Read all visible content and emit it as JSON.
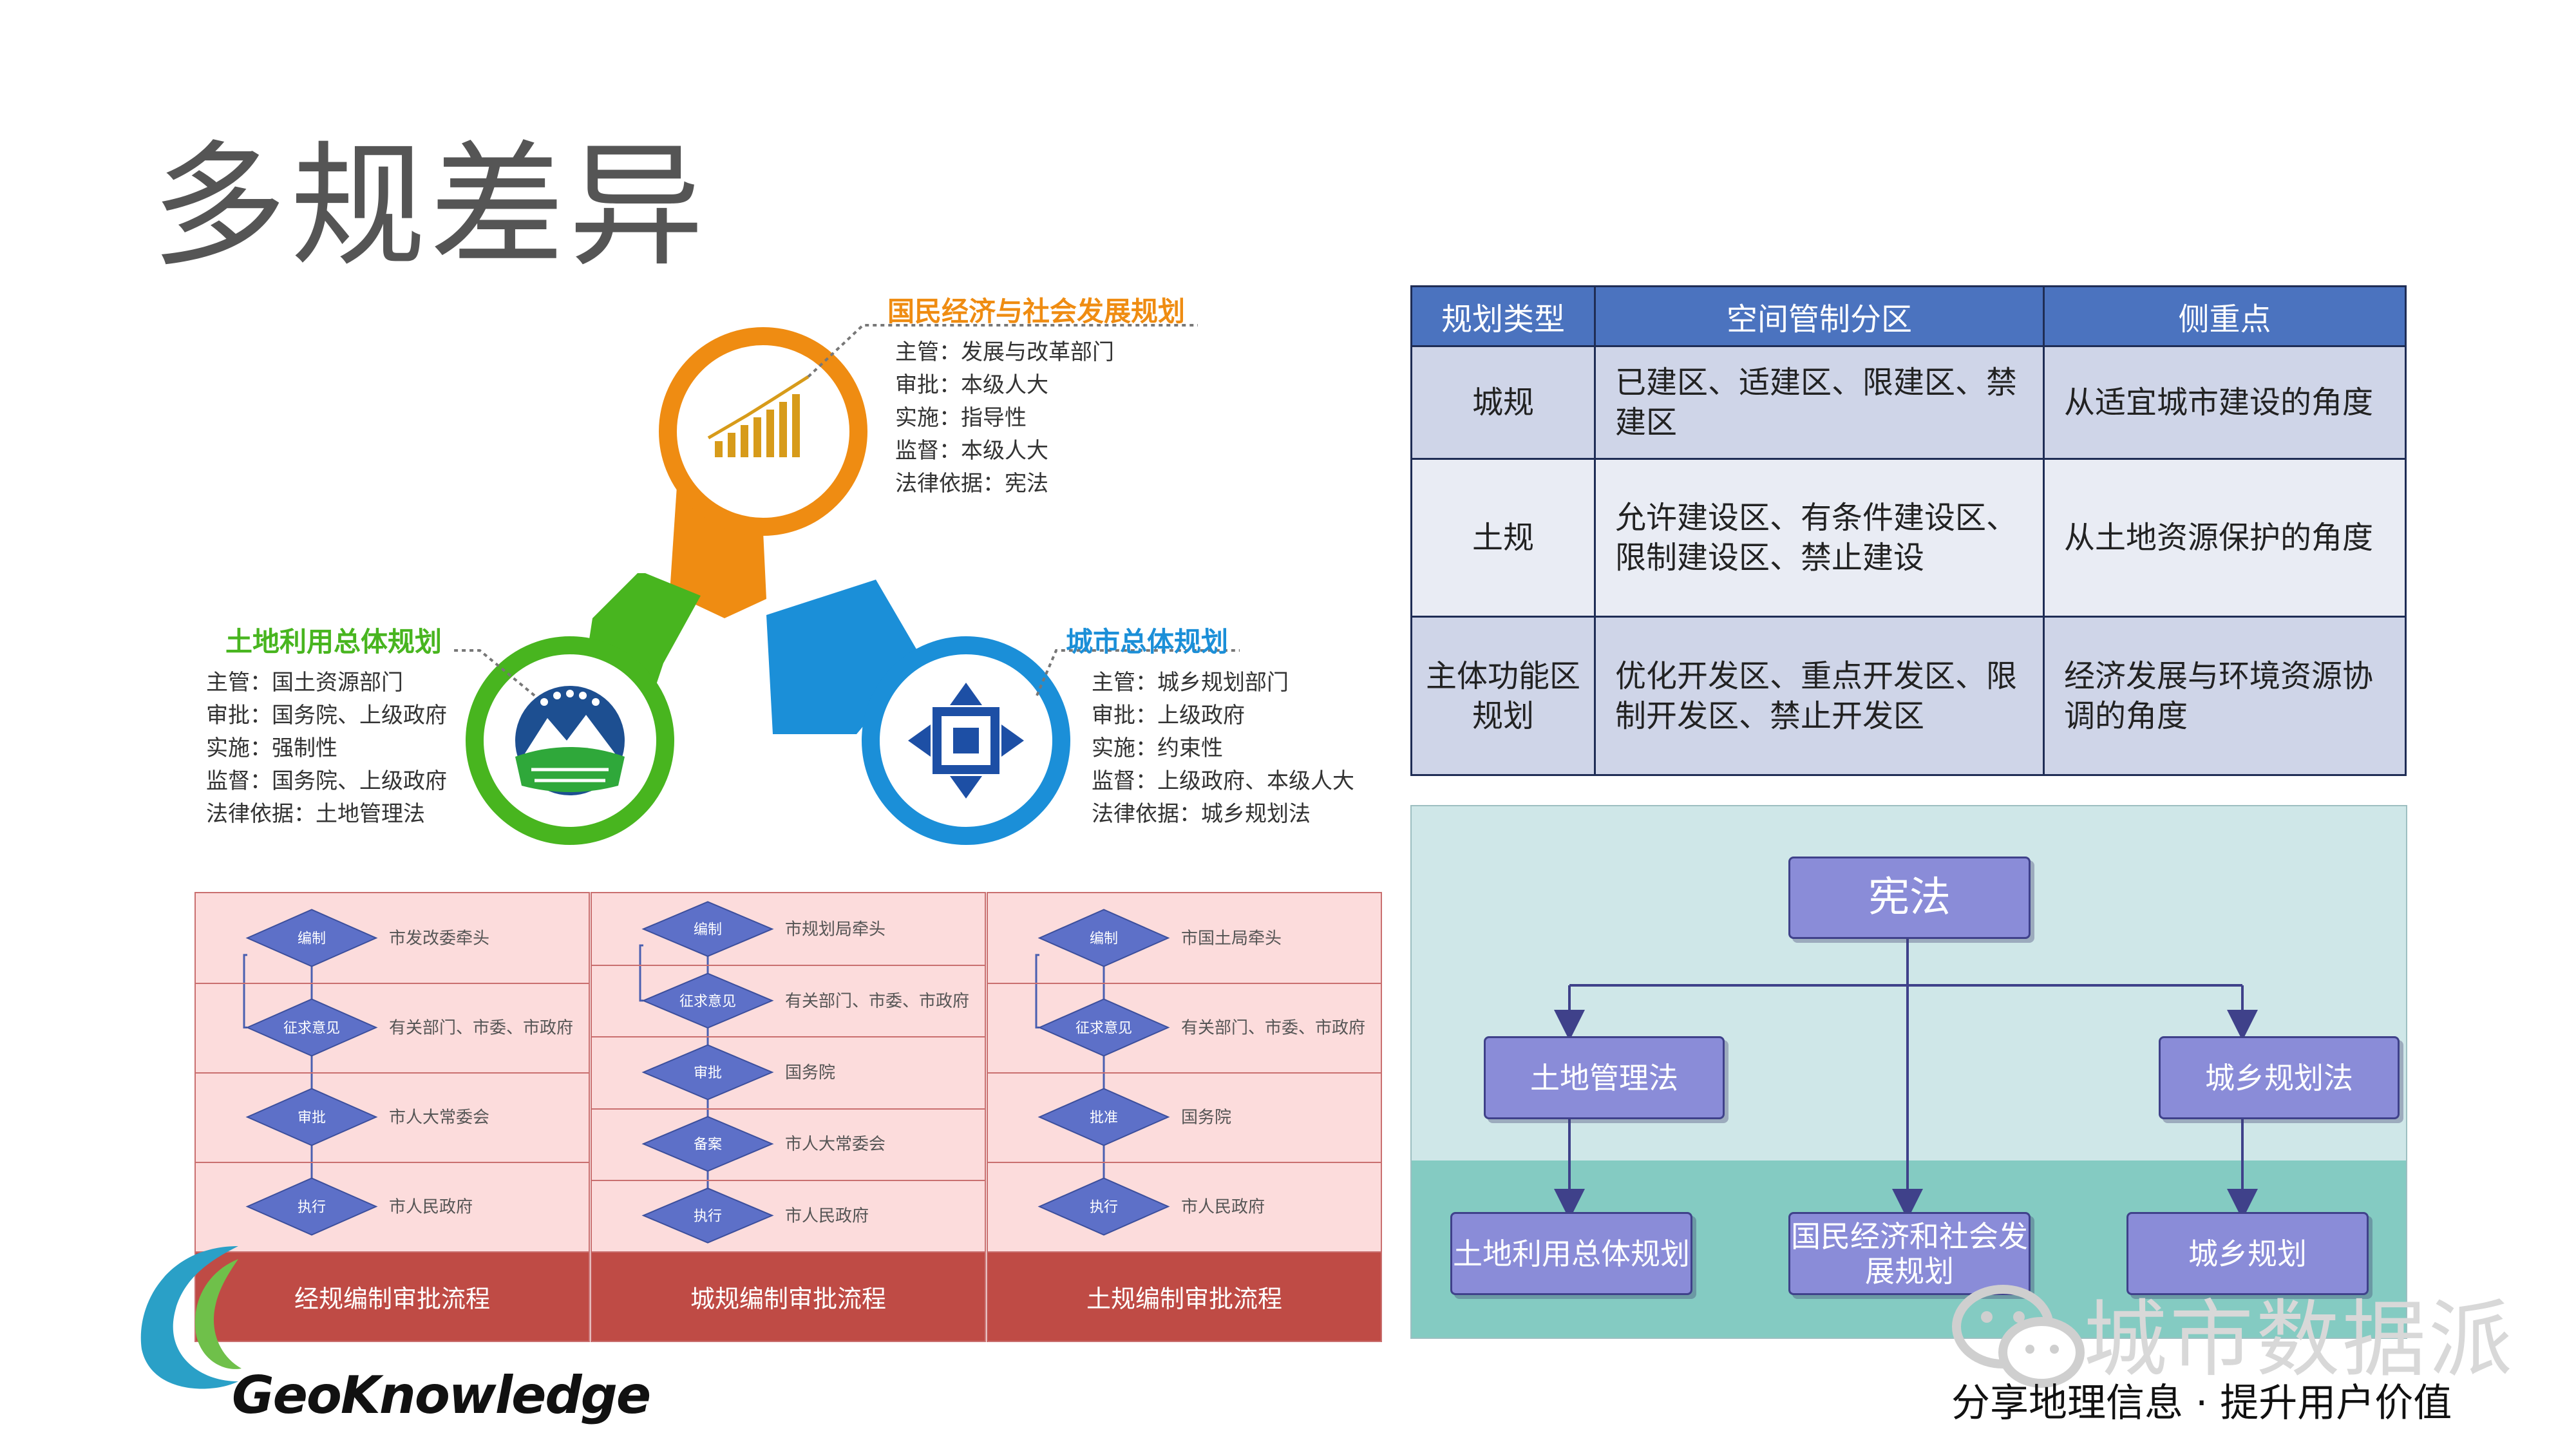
{
  "title": "多规差异",
  "wheel": {
    "top": {
      "name": "国民经济与社会发展规划",
      "lines": [
        "主管：发展与改革部门",
        "审批：本级人大",
        "实施：指导性",
        "监督：本级人大",
        "法律依据：宪法"
      ]
    },
    "left": {
      "name": "土地利用总体规划",
      "lines": [
        "主管：国土资源部门",
        "审批：国务院、上级政府",
        "实施：强制性",
        "监督：国务院、上级政府",
        "法律依据：土地管理法"
      ]
    },
    "right": {
      "name": "城市总体规划",
      "lines": [
        "主管：城乡规划部门",
        "审批：上级政府",
        "实施：约束性",
        "监督：上级政府、本级人大",
        "法律依据：城乡规划法"
      ]
    },
    "colors": {
      "orange": "#ef8c12",
      "green": "#48b51f",
      "blue": "#1b8fd8"
    }
  },
  "table": {
    "headers": [
      "规划类型",
      "空间管制分区",
      "侧重点"
    ],
    "rows": [
      [
        "城规",
        "已建区、适建区、限建区、禁建区",
        "从适宜城市建设的角度"
      ],
      [
        "土规",
        "允许建设区、有条件建设区、限制建设区、禁止建设",
        "从土地资源保护的角度"
      ],
      [
        "主体功能区规划",
        "优化开发区、重点开发区、限制开发区、禁止开发区",
        "经济发展与环境资源协调的角度"
      ]
    ]
  },
  "flows": [
    {
      "title": "经规编制审批流程",
      "steps": [
        {
          "label": "编制",
          "text": "市发改委牵头"
        },
        {
          "label": "征求意见",
          "text": "有关部门、市委、市政府"
        },
        {
          "label": "审批",
          "text": "市人大常委会"
        },
        {
          "label": "执行",
          "text": "市人民政府"
        }
      ]
    },
    {
      "title": "城规编制审批流程",
      "steps": [
        {
          "label": "编制",
          "text": "市规划局牵头"
        },
        {
          "label": "征求意见",
          "text": "有关部门、市委、市政府"
        },
        {
          "label": "审批",
          "text": "国务院"
        },
        {
          "label": "备案",
          "text": "市人大常委会"
        },
        {
          "label": "执行",
          "text": "市人民政府"
        }
      ]
    },
    {
      "title": "土规编制审批流程",
      "steps": [
        {
          "label": "编制",
          "text": "市国土局牵头"
        },
        {
          "label": "征求意见",
          "text": "有关部门、市委、市政府"
        },
        {
          "label": "批准",
          "text": "国务院"
        },
        {
          "label": "执行",
          "text": "市人民政府"
        }
      ]
    }
  ],
  "laws": {
    "root": "宪法",
    "left": "土地管理法",
    "right": "城乡规划法",
    "bottom_left": "土地利用总体规划",
    "bottom_mid": "国民经济和社会发展规划",
    "bottom_right": "城乡规划"
  },
  "brand": {
    "logo": "GeoKnowledge",
    "wechat": "城市数据派",
    "slogan": "分享地理信息 · 提升用户价值"
  }
}
